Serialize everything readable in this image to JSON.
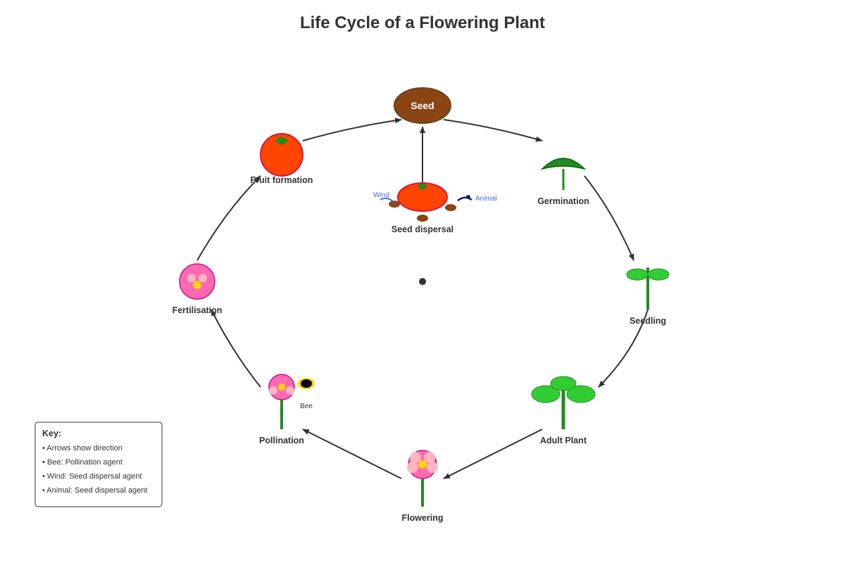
{
  "title": "Life Cycle of a Flowering Plant",
  "stages": {
    "seed": "Seed",
    "germination": "Germination",
    "seedling": "Seedling",
    "adult_plant": "Adult Plant",
    "flowering": "Flowering",
    "pollination": "Pollination",
    "fertilisation": "Fertilisation",
    "fruit_formation": "Fruit formation",
    "seed_dispersal": "Seed dispersal"
  },
  "agents": {
    "bee": "Bee",
    "wind": "Wind",
    "animal": "Animal"
  },
  "key": {
    "title": "Key:",
    "items": [
      "• Arrows show direction",
      "• Bee: Pollination agent",
      "• Wind: Seed dispersal agent",
      "• Animal: Seed dispersal agent"
    ]
  },
  "colors": {
    "seed": "#8B4513",
    "fruit": "#FF4500",
    "leaf": "#32CD32",
    "stem": "#228B22",
    "dark_leaf": "#228B22",
    "flower": "#FF69B4",
    "petal_light": "#FFB6C1",
    "flower_center": "#FFD700",
    "arrow": "#333333",
    "agent_text": "#4169E1"
  }
}
